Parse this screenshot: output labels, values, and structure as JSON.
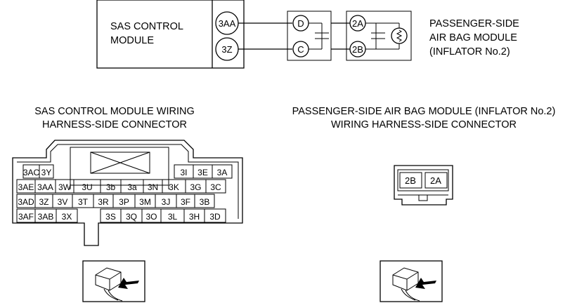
{
  "circuit": {
    "module": {
      "lines": [
        "SAS CONTROL",
        "MODULE"
      ],
      "terminals": [
        "3AA",
        "3Z"
      ]
    },
    "connector_pins": [
      "D",
      "C"
    ],
    "airbag_terminals": [
      "2A",
      "2B"
    ],
    "airbag_label": [
      "PASSENGER-SIDE",
      "AIR BAG MODULE",
      "(INFLATOR No.2)"
    ]
  },
  "sas_connector": {
    "title": [
      "SAS CONTROL MODULE WIRING",
      "HARNESS-SIDE CONNECTOR"
    ],
    "rows": [
      [
        "3AC",
        "3Y",
        "",
        "",
        "",
        "",
        "",
        "",
        "3I",
        "3E",
        "3A"
      ],
      [
        "3AE",
        "3AA",
        "3W",
        "3U",
        "3b",
        "3a",
        "3N",
        "3K",
        "3G",
        "3C"
      ],
      [
        "3AD",
        "3Z",
        "3V",
        "3T",
        "3R",
        "3P",
        "3M",
        "3J",
        "3F",
        "3B"
      ],
      [
        "3AF",
        "3AB",
        "3X",
        "",
        "3S",
        "3Q",
        "3O",
        "3L",
        "3H",
        "3D"
      ]
    ]
  },
  "airbag_connector": {
    "title": [
      "PASSENGER-SIDE AIR BAG MODULE (INFLATOR No.2)",
      "WIRING HARNESS-SIDE CONNECTOR"
    ],
    "pins": [
      "2B",
      "2A"
    ]
  },
  "icons": [
    "harness-side-view-icon",
    "harness-side-view-icon"
  ]
}
